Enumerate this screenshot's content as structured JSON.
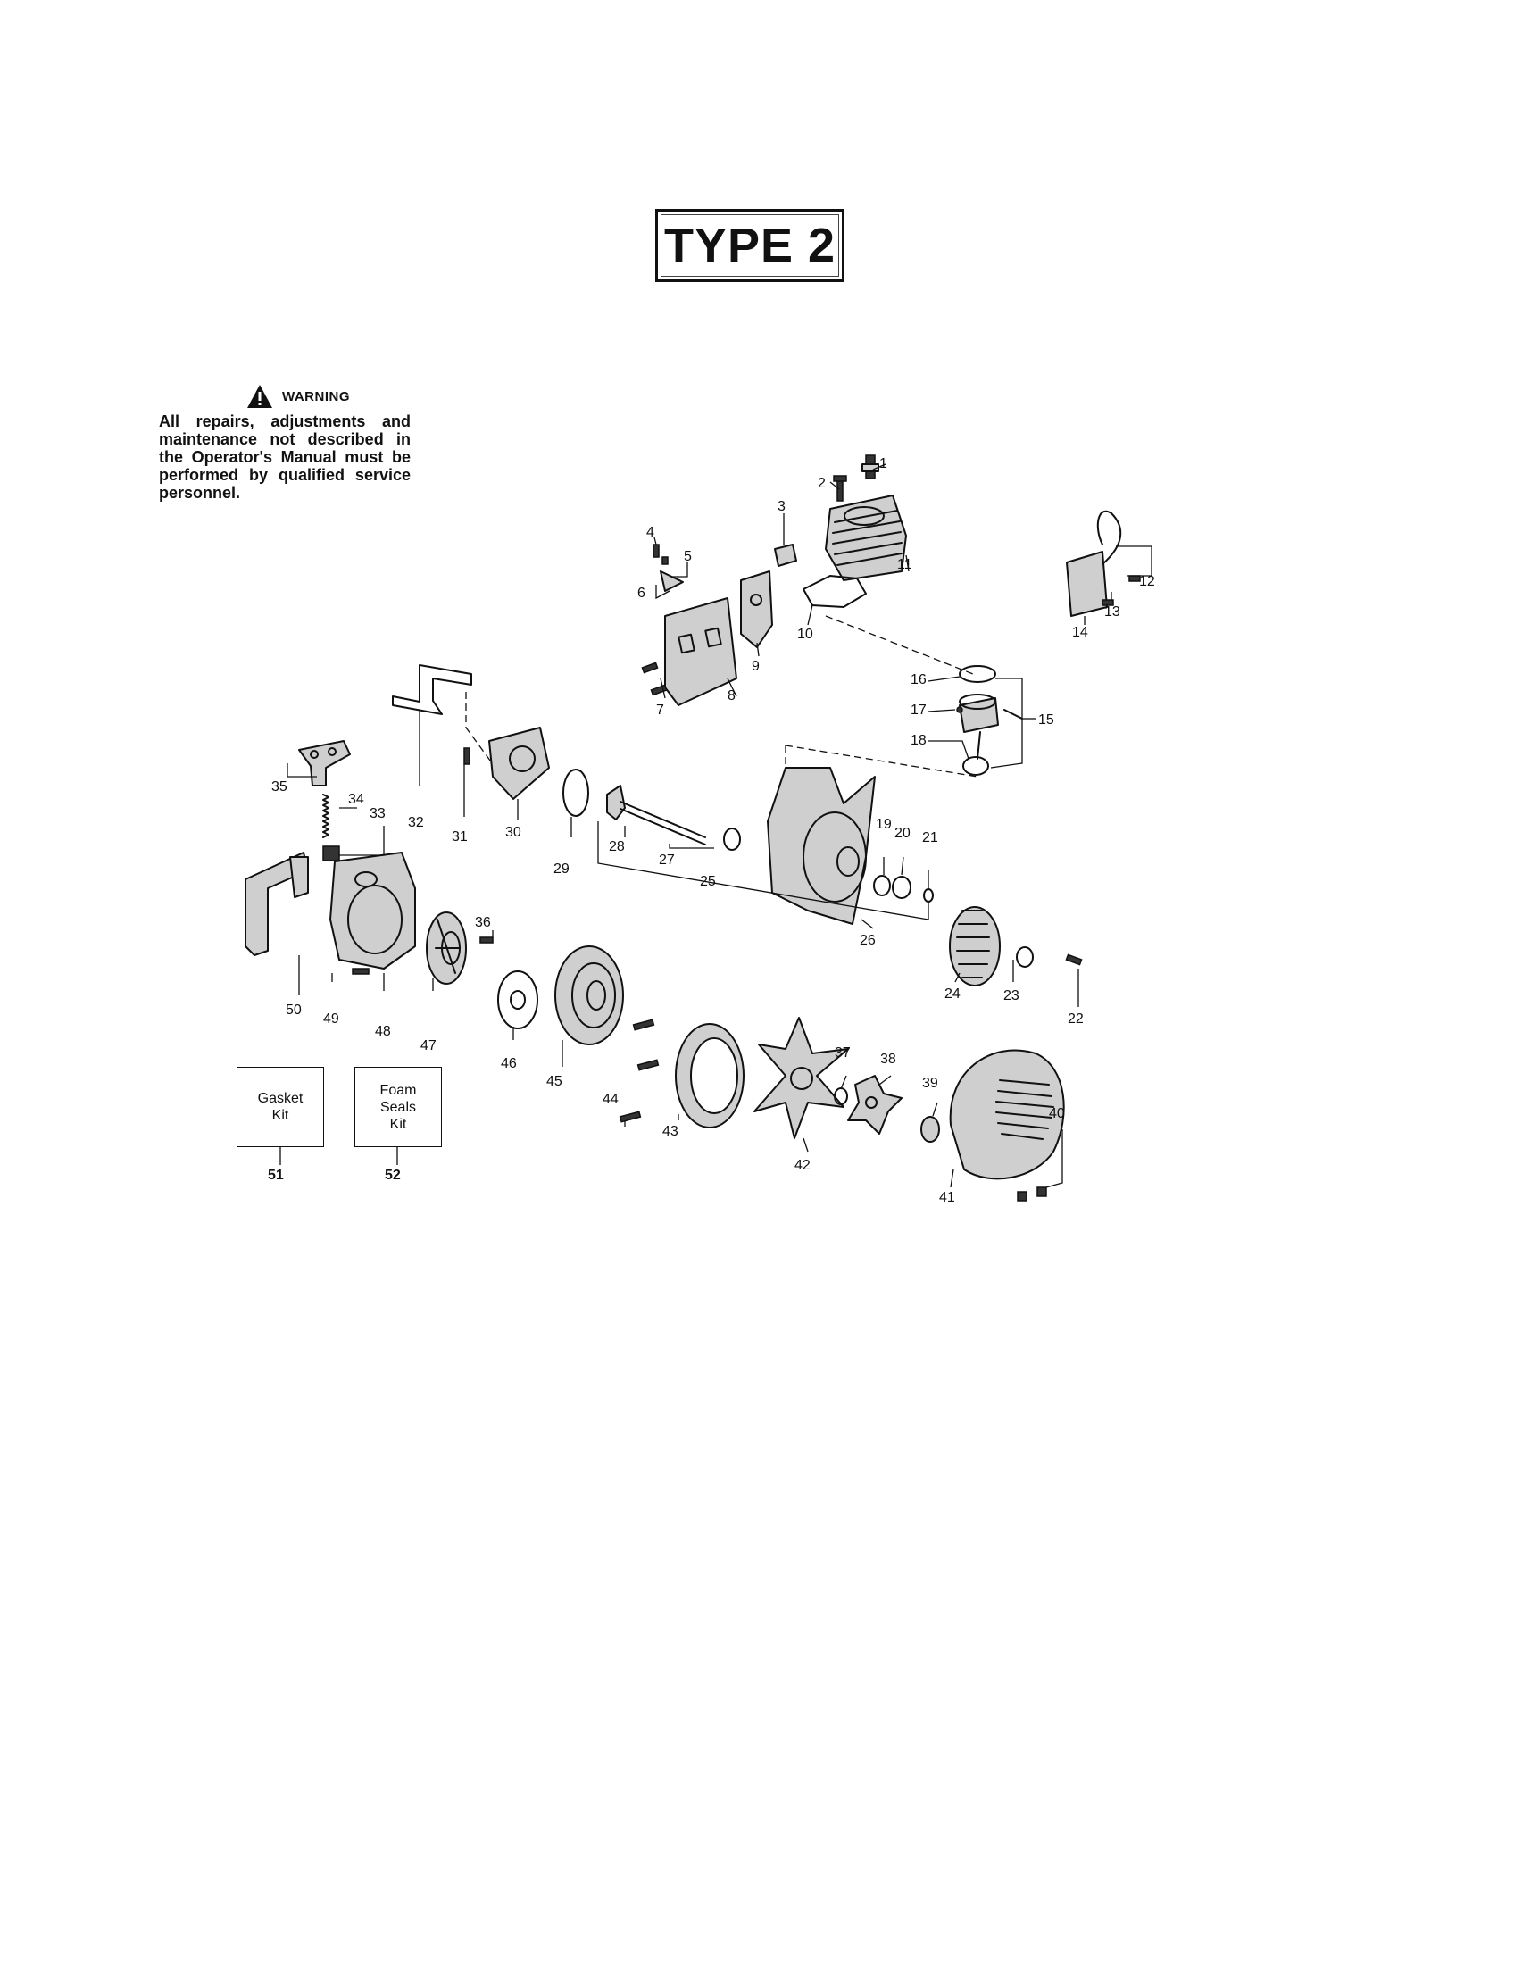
{
  "header": {
    "type_label": "TYPE 2"
  },
  "warning": {
    "title": "WARNING",
    "text": "All repairs, adjustments and maintenance not described in the Operator's Manual must be performed by qualified service personnel."
  },
  "kits": [
    {
      "label_line1": "Gasket",
      "label_line2": "Kit",
      "label_line3": "",
      "number": "51"
    },
    {
      "label_line1": "Foam",
      "label_line2": "Seals",
      "label_line3": "Kit",
      "number": "52"
    }
  ],
  "part_numbers": [
    "1",
    "2",
    "3",
    "4",
    "5",
    "6",
    "7",
    "8",
    "9",
    "10",
    "11",
    "12",
    "13",
    "14",
    "15",
    "16",
    "17",
    "18",
    "19",
    "20",
    "21",
    "22",
    "23",
    "24",
    "25",
    "26",
    "27",
    "28",
    "29",
    "30",
    "31",
    "32",
    "33",
    "34",
    "35",
    "36",
    "37",
    "38",
    "39",
    "40",
    "41",
    "42",
    "43",
    "44",
    "45",
    "46",
    "47",
    "48",
    "49",
    "50"
  ]
}
